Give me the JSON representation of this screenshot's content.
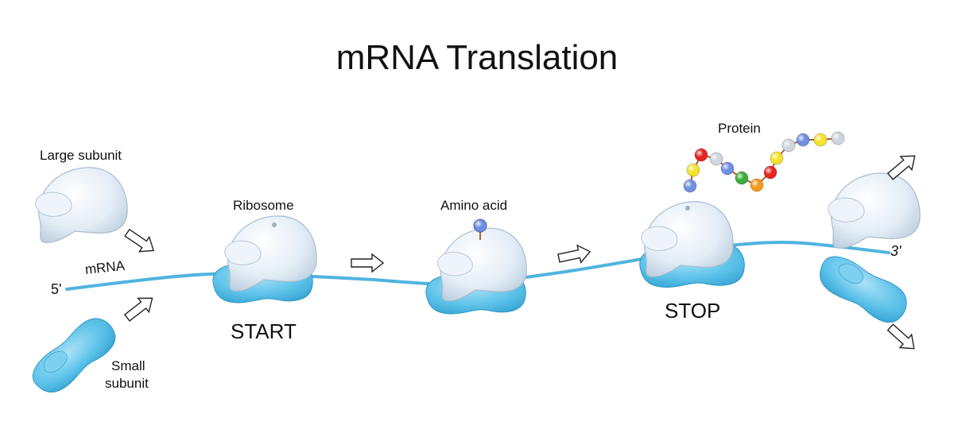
{
  "title": "mRNA Translation",
  "labels": {
    "large_subunit": "Large subunit",
    "small_subunit_line1": "Small",
    "small_subunit_line2": "subunit",
    "mrna": "mRNA",
    "five_prime": "5'",
    "three_prime": "3'",
    "ribosome": "Ribosome",
    "amino_acid": "Amino acid",
    "protein": "Protein",
    "start": "START",
    "stop": "STOP"
  },
  "colors": {
    "large_subunit": "#dce9f5",
    "small_subunit": "#55bde6",
    "mrna_strand": "#4fb4de",
    "amino_red": "#e52421",
    "amino_yellow": "#f4e22b",
    "amino_blue": "#6f8fe0",
    "amino_green": "#3cae3a",
    "amino_orange": "#f39a1c",
    "amino_grey": "#cfd6de"
  },
  "protein_chain_colors": [
    "blue",
    "yellow",
    "red",
    "grey",
    "blue",
    "green",
    "orange",
    "red",
    "yellow",
    "grey",
    "blue",
    "yellow",
    "grey",
    "blue",
    "grey",
    "blue"
  ]
}
